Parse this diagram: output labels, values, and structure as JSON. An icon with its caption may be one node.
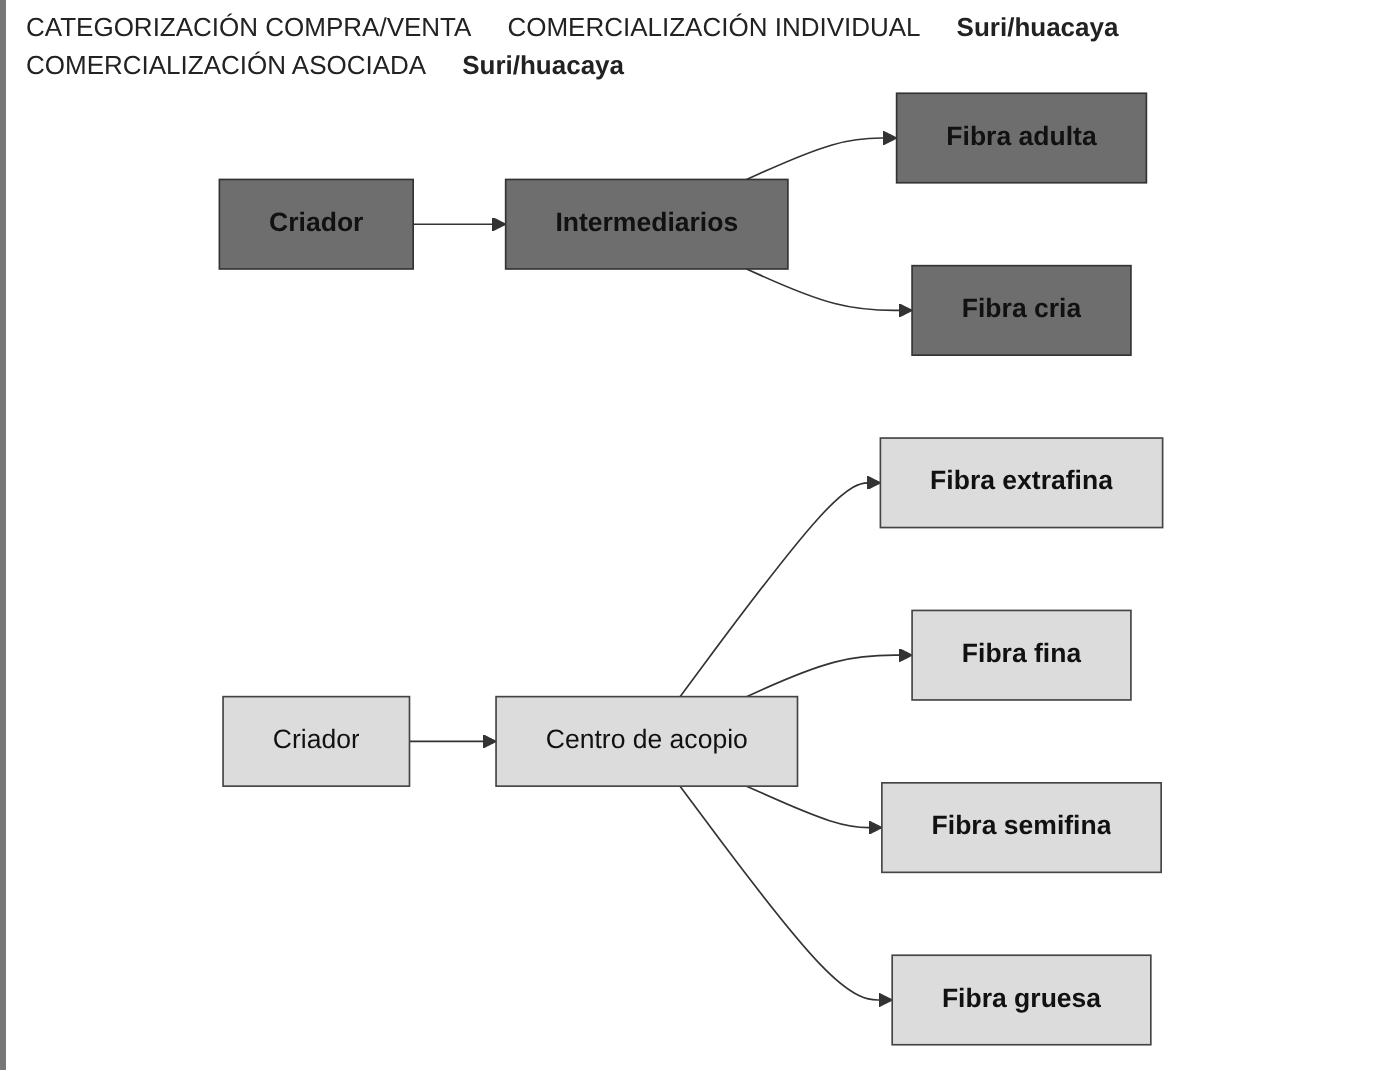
{
  "diagram": {
    "nodes": [
      {
        "text": [
          "Criador"
        ]
      },
      {
        "text": [
          "Intermediarios"
        ]
      },
      {
        "text": [
          "Fibra adulta"
        ]
      },
      {
        "text": [
          "Fibra cria"
        ]
      },
      {
        "text": [
          "Criador"
        ]
      },
      {
        "text": [
          "Centro de acopio"
        ]
      },
      {
        "text": [
          "Fibra extrafina"
        ]
      },
      {
        "text": [
          "Fibra fina"
        ]
      },
      {
        "text": [
          "Fibra semifina"
        ]
      },
      {
        "text": [
          "Fibra gruesa"
        ]
      }
    ],
    "edges": [
      {
        "from": 0,
        "to": 1,
        "arrow": "to"
      },
      {
        "from": 1,
        "to": 2,
        "arrow": "to"
      },
      {
        "from": 1,
        "to": 3,
        "arrow": "to"
      },
      {
        "from": 4,
        "to": 5,
        "arrow": "to"
      },
      {
        "from": 5,
        "to": 6,
        "arrow": "to"
      },
      {
        "from": 5,
        "to": 7,
        "arrow": "to"
      },
      {
        "from": 5,
        "to": 8,
        "arrow": "to"
      },
      {
        "from": 5,
        "to": 9,
        "arrow": "to"
      }
    ],
    "labels": [
      "CATEGORIZACIÓN COMPRA/VENTA",
      "COMERCIALIZACIÓN INDIVIDUAL",
      "Suri/huacaya",
      "COMERCIALIZACIÓN ASOCIADA",
      "Suri/huacaya"
    ]
  }
}
